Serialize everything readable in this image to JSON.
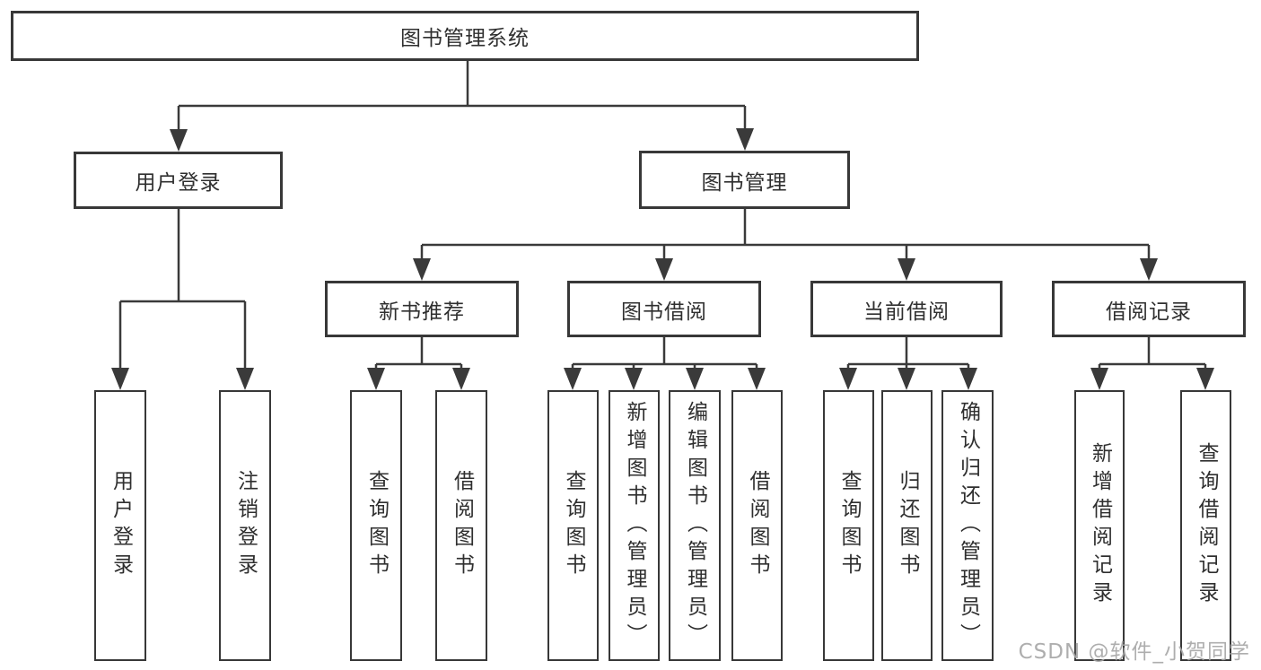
{
  "diagram": {
    "tree": {
      "root": {
        "label": "图书管理系统",
        "children": [
          {
            "label": "用户登录",
            "children": [
              {
                "label": "用户登录"
              },
              {
                "label": "注销登录"
              }
            ]
          },
          {
            "label": "图书管理",
            "children": [
              {
                "label": "新书推荐",
                "children": [
                  {
                    "label": "查询图书"
                  },
                  {
                    "label": "借阅图书"
                  }
                ]
              },
              {
                "label": "图书借阅",
                "children": [
                  {
                    "label": "查询图书"
                  },
                  {
                    "label": "新增图书（管理员）"
                  },
                  {
                    "label": "编辑图书（管理员）"
                  },
                  {
                    "label": "借阅图书"
                  }
                ]
              },
              {
                "label": "当前借阅",
                "children": [
                  {
                    "label": "查询图书"
                  },
                  {
                    "label": "归还图书"
                  },
                  {
                    "label": "确认归还（管理员）"
                  }
                ]
              },
              {
                "label": "借阅记录",
                "children": [
                  {
                    "label": "新增借阅记录"
                  },
                  {
                    "label": "查询借阅记录"
                  }
                ]
              }
            ]
          }
        ]
      }
    },
    "colors": {
      "line": "#3a3a3a",
      "box_border": "#383838",
      "text": "#2f2f2f",
      "background": "#ffffff",
      "watermark": "#a6a6a6"
    }
  },
  "watermark": {
    "text": "CSDN @软件_小贺同学"
  }
}
